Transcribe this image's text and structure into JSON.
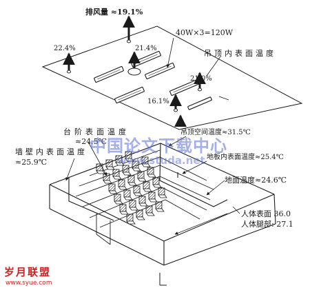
{
  "labels": {
    "exhaust_total": "排风量 ≈19.1%",
    "lamp_power": "40W×3=120W",
    "vent_left": "22.4%",
    "vent_center": "21.4%",
    "vent_right": "21.0%",
    "vent_lower": "16.1%",
    "ceiling_inner_surface_temp": "吊顶内表面温度",
    "step_surface_temp_line1": "台阶表面温度",
    "step_surface_temp_line2": "≈24.5℃",
    "ceiling_cavity_temp": "吊顶空间温度≈31.5℃",
    "wall_inner_surface_temp_line1": "墙壁内表面温度",
    "wall_inner_surface_temp_line2": "≈25.9℃",
    "floor_inner_surface_temp": "地板内表面温度≈25.4℃",
    "ground_surface_temp": "地面温度≈24.6℃",
    "body_surface_temp": "人体表面  36.0",
    "body_leg_temp": "人体腿部:  27.1"
  },
  "watermarks": {
    "main": "中国论文下载中心",
    "url": "www.studa.net",
    "corner_logo": "岁月联盟",
    "corner_url": "www.syue.com"
  },
  "colors": {
    "line": "#1a1a1a",
    "watermark_blue": "#5b6fd6",
    "watermark_red": "#d21f1f"
  }
}
